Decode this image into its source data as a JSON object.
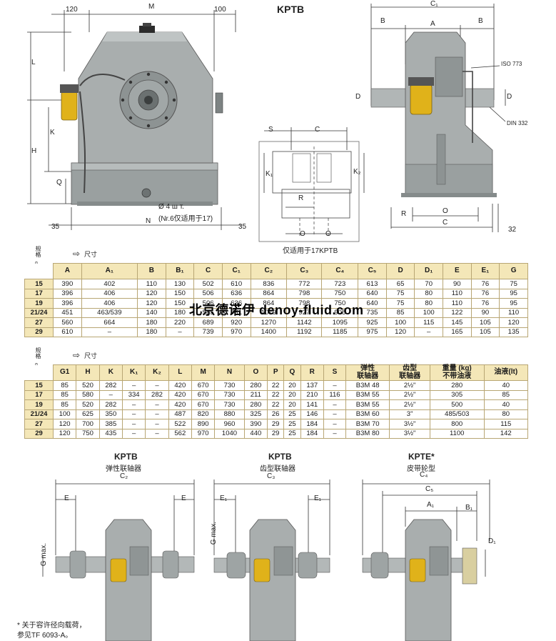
{
  "header": {
    "title": "KPTB"
  },
  "top_drawings": {
    "front_view": {
      "dim_120": "120",
      "dim_M": "M",
      "dim_100": "100",
      "dim_L": "L",
      "dim_K": "K",
      "dim_H": "H",
      "dim_Q": "Q",
      "dim_35_left": "35",
      "dim_35_right": "35",
      "dim_N": "N",
      "hole_note_1": "Ø 4 ш т.",
      "hole_note_2": "(Nr.6仅适用于17)"
    },
    "detail_view": {
      "dim_S": "S",
      "dim_C": "C",
      "dim_K1": "K₁",
      "dim_K2": "K₂",
      "dim_R": "R",
      "dim_O1": "O",
      "dim_O2": "O",
      "caption": "仅适用于17KPTB"
    },
    "side_view": {
      "dim_C1": "C₁",
      "dim_B_left": "B",
      "dim_A": "A",
      "dim_B_right": "B",
      "dim_D_left": "D",
      "dim_D_right": "D",
      "iso_label": "ISO 773",
      "din_label": "DIN 332",
      "dim_R": "R",
      "dim_O": "O",
      "dim_C": "C",
      "dim_32": "32"
    }
  },
  "table1": {
    "legend_size": "规格",
    "legend_dim": "尺寸",
    "headers": [
      "A",
      "A₁",
      "B",
      "B₁",
      "C",
      "C₁",
      "C₂",
      "C₃",
      "C₄",
      "C₅",
      "D",
      "D₁",
      "E",
      "E₁",
      "G"
    ],
    "rows": [
      [
        "15",
        "390",
        "402",
        "110",
        "130",
        "502",
        "610",
        "836",
        "772",
        "723",
        "613",
        "65",
        "70",
        "90",
        "76",
        "75"
      ],
      [
        "17",
        "396",
        "406",
        "120",
        "150",
        "506",
        "636",
        "864",
        "798",
        "750",
        "640",
        "75",
        "80",
        "110",
        "76",
        "95"
      ],
      [
        "19",
        "396",
        "406",
        "120",
        "150",
        "506",
        "636",
        "864",
        "798",
        "750",
        "640",
        "75",
        "80",
        "110",
        "76",
        "95"
      ],
      [
        "21/24",
        "451",
        "463/539",
        "140",
        "180",
        "585",
        "731",
        "1079",
        "927",
        "905",
        "735",
        "85",
        "100",
        "122",
        "90",
        "110"
      ],
      [
        "27",
        "560",
        "664",
        "180",
        "220",
        "689",
        "920",
        "1270",
        "1142",
        "1095",
        "925",
        "100",
        "115",
        "145",
        "105",
        "120"
      ],
      [
        "29",
        "610",
        "–",
        "180",
        "–",
        "739",
        "970",
        "1400",
        "1192",
        "1185",
        "975",
        "120",
        "–",
        "165",
        "105",
        "135"
      ]
    ]
  },
  "watermark": "北京德诺伊 denoy-fluid.com",
  "table2": {
    "legend_size": "规格",
    "legend_dim": "尺寸",
    "headers": [
      "G1",
      "H",
      "K",
      "K₁",
      "K₂",
      "L",
      "M",
      "N",
      "O",
      "P",
      "Q",
      "R",
      "S",
      "弹性\n联轴器",
      "齿型\n联轴器",
      "重量 (kg)\n不带油液",
      "油液(lt)"
    ],
    "rows": [
      [
        "15",
        "85",
        "520",
        "282",
        "–",
        "–",
        "420",
        "670",
        "730",
        "280",
        "22",
        "20",
        "137",
        "–",
        "B3M 48",
        "2½\"",
        "280",
        "40"
      ],
      [
        "17",
        "85",
        "580",
        "–",
        "334",
        "282",
        "420",
        "670",
        "730",
        "211",
        "22",
        "20",
        "210",
        "116",
        "B3M 55",
        "2½\"",
        "305",
        "85"
      ],
      [
        "19",
        "85",
        "520",
        "282",
        "–",
        "–",
        "420",
        "670",
        "730",
        "280",
        "22",
        "20",
        "141",
        "–",
        "B3M 55",
        "2½\"",
        "500",
        "40"
      ],
      [
        "21/24",
        "100",
        "625",
        "350",
        "–",
        "–",
        "487",
        "820",
        "880",
        "325",
        "26",
        "25",
        "146",
        "–",
        "B3M 60",
        "3\"",
        "485/503",
        "80"
      ],
      [
        "27",
        "120",
        "700",
        "385",
        "–",
        "–",
        "522",
        "890",
        "960",
        "390",
        "29",
        "25",
        "184",
        "–",
        "B3M 70",
        "3½\"",
        "800",
        "115"
      ],
      [
        "29",
        "120",
        "750",
        "435",
        "–",
        "–",
        "562",
        "970",
        "1040",
        "440",
        "29",
        "25",
        "184",
        "–",
        "B3M 80",
        "3½\"",
        "1100",
        "142"
      ]
    ]
  },
  "bottom": {
    "panel1": {
      "title": "KPTB",
      "subtitle": "弹性联轴器",
      "dim_C": "C₂",
      "dim_E1": "E",
      "dim_E2": "E",
      "dim_G": "G max."
    },
    "panel2": {
      "title": "KPTB",
      "subtitle": "齿型联轴器",
      "dim_C": "C₃",
      "dim_E1": "E₁",
      "dim_E2": "E₁",
      "dim_G": "G max."
    },
    "panel3": {
      "title": "KPTE*",
      "subtitle": "皮带轮型",
      "dim_C4": "C₄",
      "dim_C5": "C₅",
      "dim_A1": "A₁",
      "dim_B1": "B₁",
      "dim_D1": "D₁"
    },
    "footnote_1": "* 关于容许径向载荷，",
    "footnote_2": "参见TF 6093-A。"
  },
  "colors": {
    "housing": "#a9aeae",
    "housing_dark": "#7d8383",
    "oil_filter": "#e0b21a",
    "table_header": "#f4e7b8",
    "table_border": "#b8a674"
  }
}
